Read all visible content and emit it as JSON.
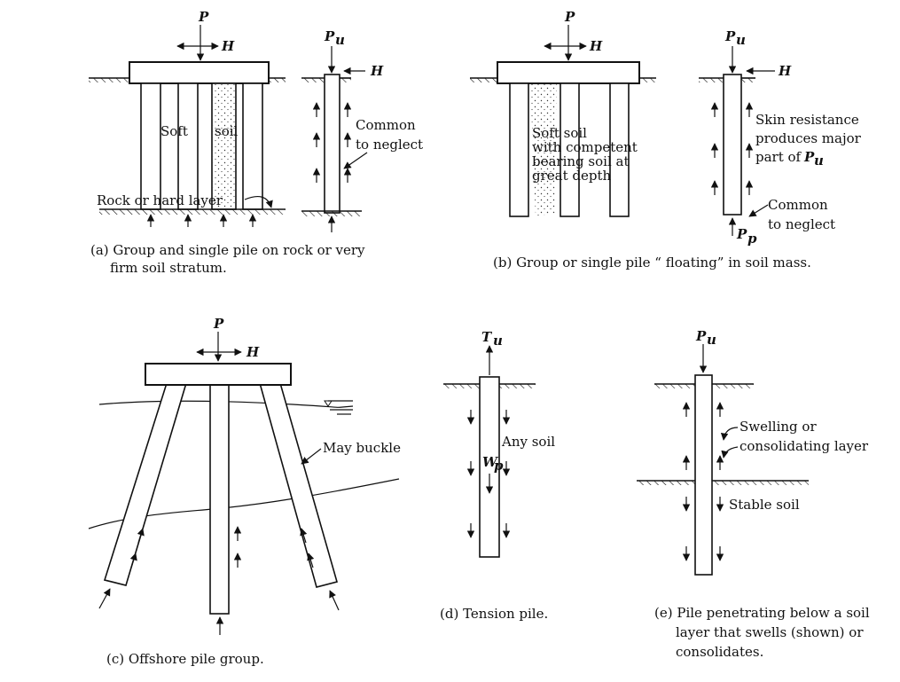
{
  "panels": {
    "a": {
      "load_p": "P",
      "load_h": "H",
      "load_pu": "P",
      "load_pu_sub": "u",
      "load_h2": "H",
      "soil_word1": "Soft",
      "soil_word2": "soil",
      "rock_label": "Rock or hard layer",
      "neglect_line1": "Common",
      "neglect_line2": "to neglect",
      "caption_line1": "(a)  Group and single pile on rock or very",
      "caption_line2": "firm soil stratum."
    },
    "b": {
      "load_p": "P",
      "load_h": "H",
      "load_pu": "P",
      "load_pu_sub": "u",
      "load_h2": "H",
      "soil_line1": "Soft soil",
      "soil_line2": "with competent",
      "soil_line3": "bearing soil at",
      "soil_line4": "great depth",
      "skin_line1": "Skin resistance",
      "skin_line2": "produces major",
      "skin_line3": "part of",
      "skin_sym": "P",
      "skin_sym_sub": "u",
      "neglect_line1": "Common",
      "neglect_line2": "to neglect",
      "tip_sym": "P",
      "tip_sub": "p",
      "caption": "(b)  Group or single pile “ floating” in soil mass."
    },
    "c": {
      "load_p": "P",
      "load_h": "H",
      "buckle_label": "May buckle",
      "caption": "(c)  Offshore pile group."
    },
    "d": {
      "load_t": "T",
      "load_t_sub": "u",
      "soil_label": "Any soil",
      "weight_sym": "W",
      "weight_sub": "p",
      "caption": "(d)  Tension pile."
    },
    "e": {
      "load_pu": "P",
      "load_pu_sub": "u",
      "swell_line1": "Swelling or",
      "swell_line2": "consolidating layer",
      "stable_label": "Stable soil",
      "caption_line1": "(e)  Pile penetrating below a soil",
      "caption_line2": "layer  that  swells (shown) or",
      "caption_line3": "consolidates."
    }
  }
}
